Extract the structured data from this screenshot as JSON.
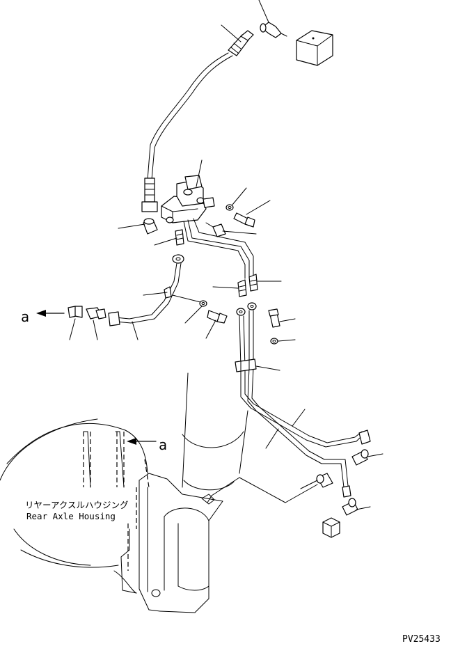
{
  "labels": {
    "view_marker_left": "a",
    "view_marker_right": "a",
    "housing_jp": "リヤーアクスルハウジング",
    "housing_en": "Rear Axle Housing",
    "figure_code": "PV25433"
  }
}
